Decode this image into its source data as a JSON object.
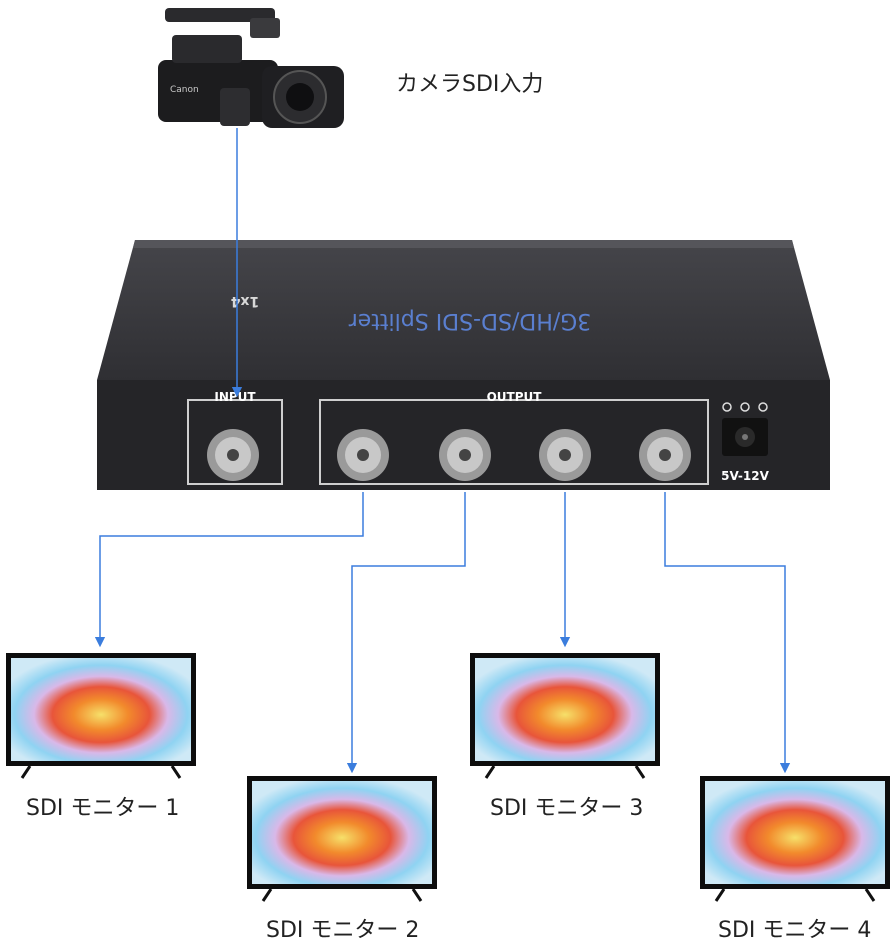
{
  "camera": {
    "label": "カメラSDI入力",
    "brand_text": "Canon"
  },
  "splitter": {
    "top_text_1": "3G/HD/SD-SDI Splitter",
    "top_text_2": "1x4",
    "input_label": "INPUT",
    "output_label": "OUTPUT",
    "power_label": "5V-12V"
  },
  "monitors": [
    {
      "label": "SDI モニター 1"
    },
    {
      "label": "SDI モニター 2"
    },
    {
      "label": "SDI モニター 3"
    },
    {
      "label": "SDI モニター 4"
    }
  ],
  "colors": {
    "connector_line": "#3b7ddd",
    "device_body": "#2b2b2e",
    "device_top": "#3a3a3e",
    "screen_swirl_1": "#f07a2a",
    "screen_swirl_2": "#8ad1f0"
  }
}
